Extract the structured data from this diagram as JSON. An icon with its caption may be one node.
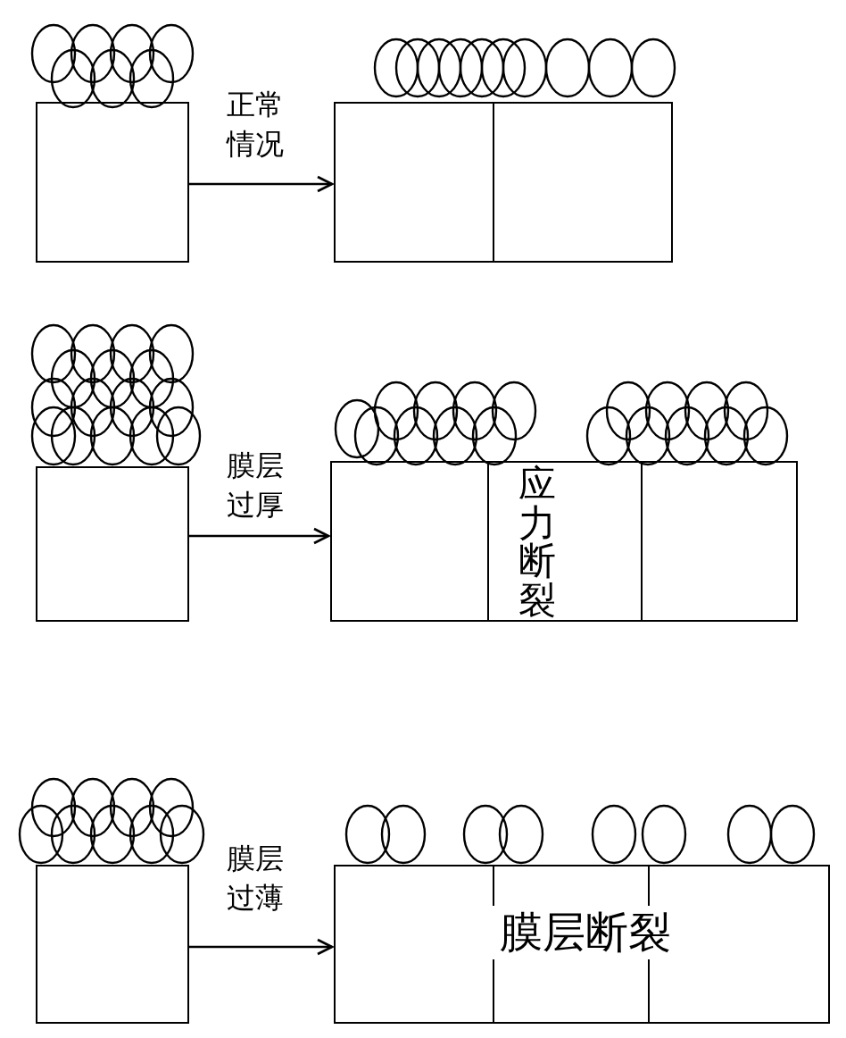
{
  "diagram": {
    "nodes": [
      {
        "text": [],
        "shape": "box"
      },
      {
        "text": [],
        "shape": "box"
      },
      {
        "text": [],
        "shape": "box"
      },
      {
        "text": [
          "应力断裂"
        ]
      },
      {
        "text": [],
        "shape": "box"
      },
      {
        "text": [
          "膜层断裂"
        ]
      }
    ],
    "edges": [
      {
        "from": 0,
        "to": 1,
        "arrow": "to",
        "label": "正常情况"
      },
      {
        "from": 2,
        "to": 3,
        "arrow": "to",
        "label": "膜层过厚"
      },
      {
        "from": 4,
        "to": 5,
        "arrow": "to",
        "label": "膜层过薄"
      }
    ]
  }
}
